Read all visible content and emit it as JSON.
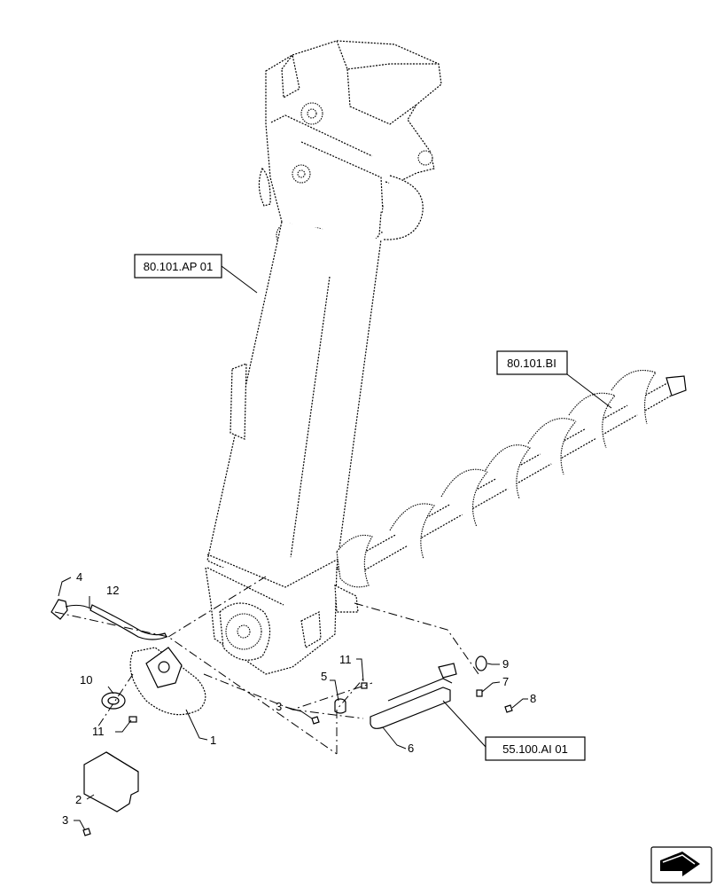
{
  "callouts": {
    "c1": "1",
    "c2": "2",
    "c3a": "3",
    "c3b": "3",
    "c4": "4",
    "c5": "5",
    "c6": "6",
    "c7": "7",
    "c8": "8",
    "c9": "9",
    "c10": "10",
    "c11a": "11",
    "c11b": "11",
    "c12": "12"
  },
  "references": {
    "elevator": "80.101.AP 01",
    "auger": "80.101.BI",
    "assembly": "55.100.AI 01"
  },
  "nav_icon": "next-page-arrow-icon"
}
